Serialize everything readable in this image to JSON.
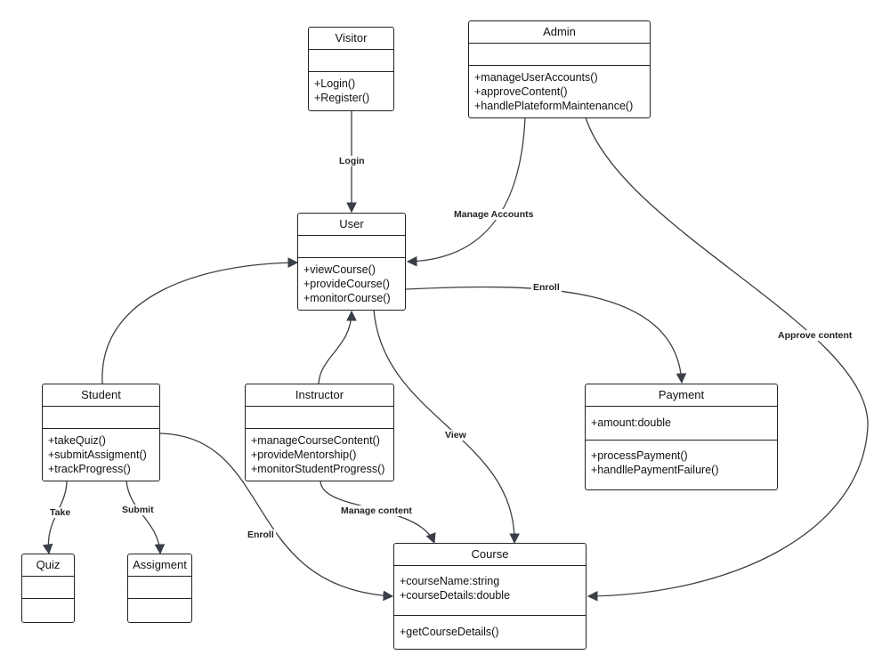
{
  "classes": {
    "visitor": {
      "name": "Visitor",
      "attributes": [],
      "methods": [
        "+Login()",
        "+Register()"
      ]
    },
    "admin": {
      "name": "Admin",
      "attributes": [],
      "methods": [
        "+manageUserAccounts()",
        "+approveContent()",
        "+handlePlateformMaintenance()"
      ]
    },
    "user": {
      "name": "User",
      "attributes": [],
      "methods": [
        "+viewCourse()",
        "+provideCourse()",
        "+monitorCourse()"
      ]
    },
    "student": {
      "name": "Student",
      "attributes": [],
      "methods": [
        "+takeQuiz()",
        "+submitAssigment()",
        "+trackProgress()"
      ]
    },
    "instructor": {
      "name": "Instructor",
      "attributes": [],
      "methods": [
        "+manageCourseContent()",
        "+provideMentorship()",
        "+monitorStudentProgress()"
      ]
    },
    "payment": {
      "name": "Payment",
      "attributes": [
        "+amount:double"
      ],
      "methods": [
        "+processPayment()",
        "+handllePaymentFailure()"
      ]
    },
    "course": {
      "name": "Course",
      "attributes": [
        "+courseName:string",
        "+courseDetails:double"
      ],
      "methods": [
        "+getCourseDetails()"
      ]
    },
    "quiz": {
      "name": "Quiz",
      "attributes": [],
      "methods": []
    },
    "assigment": {
      "name": "Assigment",
      "attributes": [],
      "methods": []
    }
  },
  "relations": {
    "login": "Login",
    "manage_accounts": "Manage Accounts",
    "enroll_payment": "Enroll",
    "approve_content": "Approve content",
    "view": "View",
    "manage_content": "Manage content",
    "enroll_course": "Enroll",
    "take": "Take",
    "submit": "Submit"
  },
  "colors": {
    "line": "#3a3f47",
    "border": "#222222",
    "background": "#ffffff"
  }
}
